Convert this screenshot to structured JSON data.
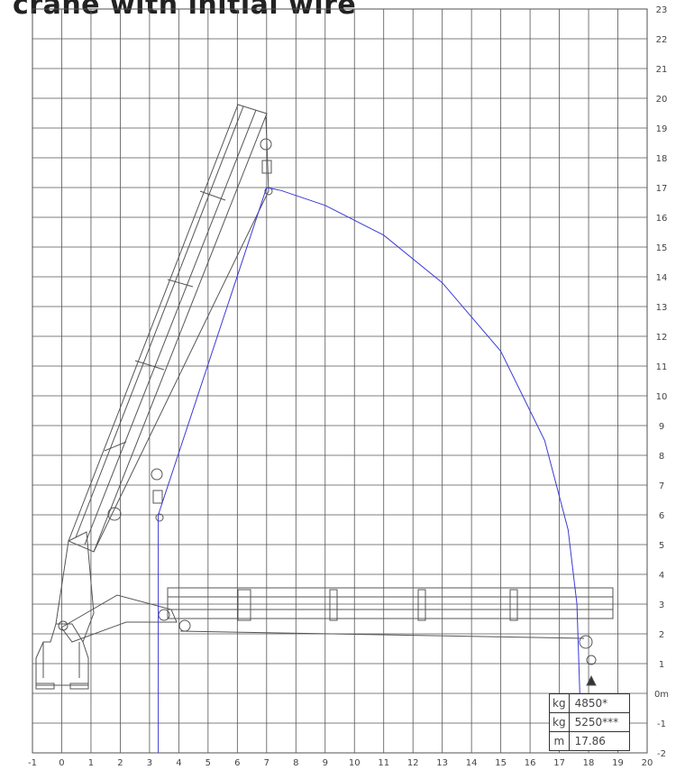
{
  "title": "crane with initial wire",
  "chart_data": {
    "type": "line",
    "x_ticks": [
      "-1",
      "0",
      "1",
      "2",
      "3",
      "4",
      "5",
      "6",
      "7",
      "8",
      "9",
      "10",
      "11",
      "12",
      "13",
      "14",
      "15",
      "16",
      "17",
      "18",
      "19",
      "20"
    ],
    "y_ticks": [
      "-2",
      "-1",
      "0m",
      "1",
      "2",
      "3",
      "4",
      "5",
      "6",
      "7",
      "8",
      "9",
      "10",
      "11",
      "12",
      "13",
      "14",
      "15",
      "16",
      "17",
      "18",
      "19",
      "20",
      "21",
      "22",
      "23"
    ],
    "xlim": [
      -1,
      20
    ],
    "ylim": [
      -2,
      23
    ],
    "grid": true,
    "series": [
      {
        "color": "#3a3ad8",
        "points": [
          [
            3.3,
            6.0
          ],
          [
            7.0,
            17.0
          ],
          [
            7.5,
            16.9
          ],
          [
            9.0,
            16.4
          ],
          [
            11.0,
            15.4
          ],
          [
            13.0,
            13.8
          ],
          [
            15.0,
            11.5
          ],
          [
            16.5,
            8.5
          ],
          [
            17.3,
            5.5
          ],
          [
            17.6,
            3.0
          ],
          [
            17.7,
            0.0
          ]
        ]
      },
      {
        "color": "#3a3ad8",
        "points": [
          [
            3.3,
            6.0
          ],
          [
            3.3,
            -2.0
          ]
        ]
      }
    ],
    "loads": [
      {
        "unit": "kg",
        "value": "4850*"
      },
      {
        "unit": "kg",
        "value": "5250***"
      },
      {
        "unit": "m",
        "value": "17.86"
      }
    ]
  }
}
